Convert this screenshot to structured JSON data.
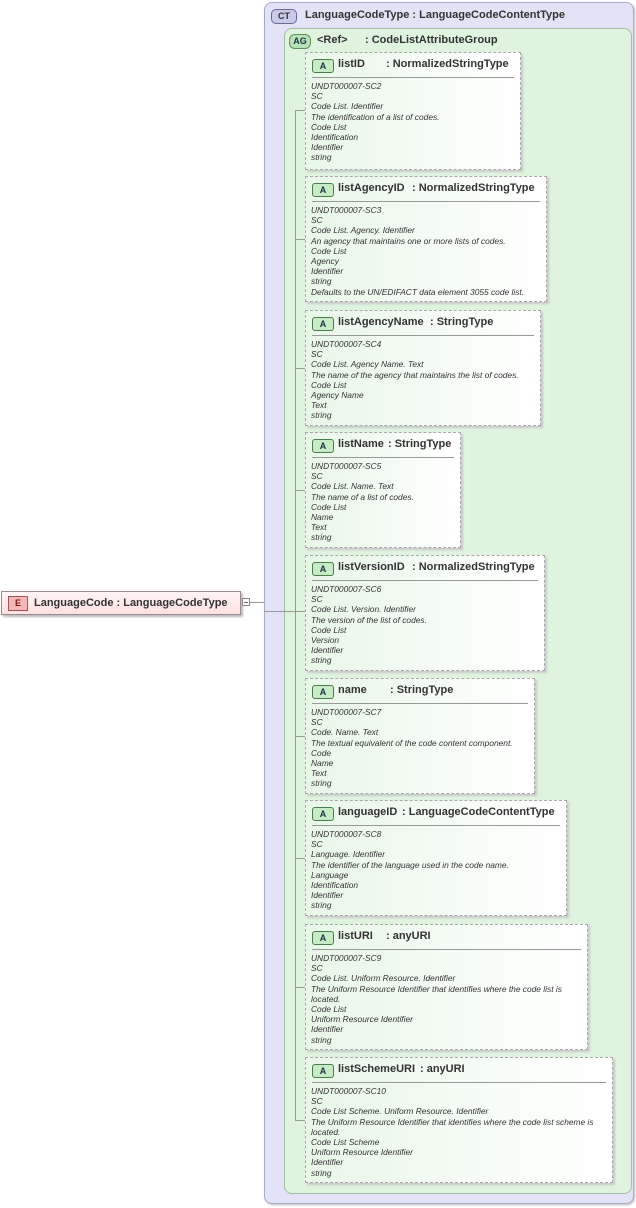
{
  "element": {
    "badge": "E",
    "label": "LanguageCode : LanguageCodeType"
  },
  "complex_type": {
    "badge": "CT",
    "name": "LanguageCodeType",
    "sep": ":",
    "base": "LanguageCodeContentType"
  },
  "attribute_group": {
    "badge": "AG",
    "ref": "<Ref>",
    "sep": ":",
    "name": "CodeListAttributeGroup"
  },
  "attributes": [
    {
      "badge": "A",
      "name": "listID",
      "type": ": NormalizedStringType",
      "lines": [
        "UNDT000007-SC2",
        "SC",
        "Code List. Identifier",
        "The identification of a list of codes.",
        "Code List",
        "Identification",
        "Identifier",
        "string"
      ]
    },
    {
      "badge": "A",
      "name": "listAgencyID",
      "type": ": NormalizedStringType",
      "lines": [
        "UNDT000007-SC3",
        "SC",
        "Code List. Agency. Identifier",
        "An agency that maintains one or more lists of codes.",
        "Code List",
        "Agency",
        "Identifier",
        "string",
        "Defaults to the UN/EDIFACT data element 3055 code list."
      ]
    },
    {
      "badge": "A",
      "name": "listAgencyName",
      "type": ": StringType",
      "lines": [
        "UNDT000007-SC4",
        "SC",
        "Code List. Agency Name. Text",
        "The name of the agency that maintains the list of codes.",
        "Code List",
        "Agency Name",
        "Text",
        "string"
      ]
    },
    {
      "badge": "A",
      "name": "listName",
      "type": ": StringType",
      "lines": [
        "UNDT000007-SC5",
        "SC",
        "Code List. Name. Text",
        "The name of a list of codes.",
        "Code List",
        "Name",
        "Text",
        "string"
      ]
    },
    {
      "badge": "A",
      "name": "listVersionID",
      "type": ": NormalizedStringType",
      "lines": [
        "UNDT000007-SC6",
        "SC",
        "Code List. Version. Identifier",
        "The version of the list of codes.",
        "Code List",
        "Version",
        "Identifier",
        "string"
      ]
    },
    {
      "badge": "A",
      "name": "name",
      "type": ": StringType",
      "lines": [
        "UNDT000007-SC7",
        "SC",
        "Code. Name. Text",
        "The textual equivalent of the code content component.",
        "Code",
        "Name",
        "Text",
        "string"
      ]
    },
    {
      "badge": "A",
      "name": "languageID",
      "type": ": LanguageCodeContentType",
      "lines": [
        "UNDT000007-SC8",
        "SC",
        "Language. Identifier",
        "The identifier of the language used in the code name.",
        "Language",
        "Identification",
        "Identifier",
        "string"
      ]
    },
    {
      "badge": "A",
      "name": "listURI",
      "type": ": anyURI",
      "lines": [
        "UNDT000007-SC9",
        "SC",
        "Code List. Uniform Resource. Identifier",
        "The Uniform Resource Identifier that identifies where the code list is located.",
        "Code List",
        "Uniform Resource Identifier",
        "Identifier",
        "string"
      ]
    },
    {
      "badge": "A",
      "name": "listSchemeURI",
      "type": ": anyURI",
      "lines": [
        "UNDT000007-SC10",
        "SC",
        "Code List Scheme. Uniform Resource. Identifier",
        "The Uniform Resource Identifier that identifies where the code list scheme is located.",
        "Code List Scheme",
        "Uniform Resource Identifier",
        "Identifier",
        "string"
      ]
    }
  ]
}
